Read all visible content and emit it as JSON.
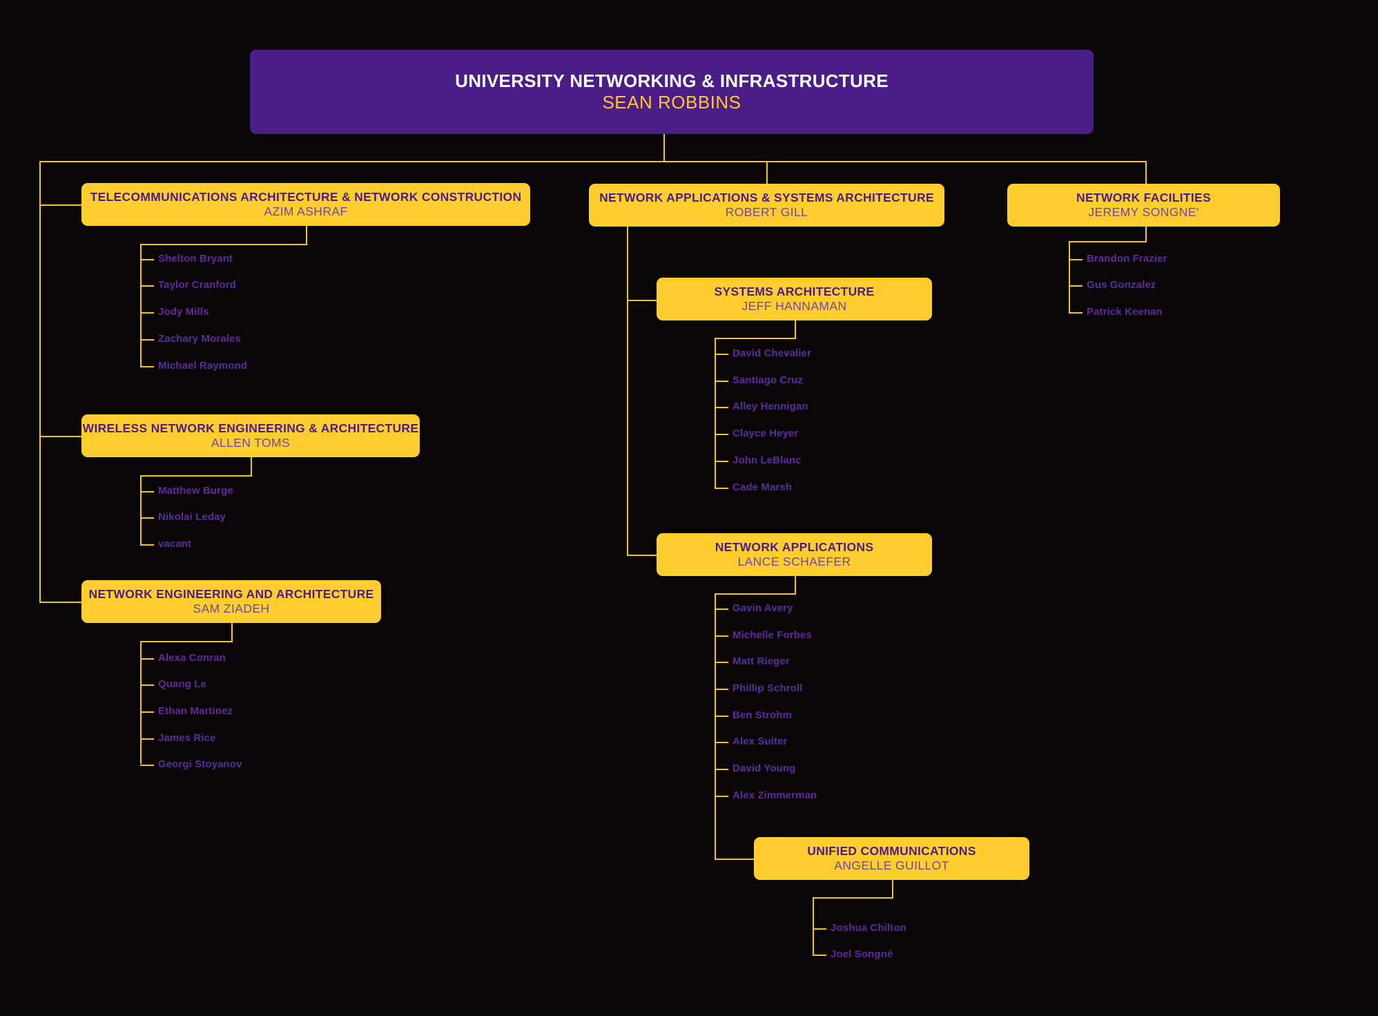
{
  "colors": {
    "background": "#0a0608",
    "root_box": "#4B1E87",
    "unit_box": "#FFCE2E",
    "connector": "#F5C518",
    "title_on_yellow": "#4B1E87",
    "name_on_yellow": "#6A48A8",
    "title_on_purple": "#FFFFFF",
    "name_on_purple": "#FFC828",
    "staff_text": "#5B2D9B"
  },
  "root": {
    "title": "UNIVERSITY NETWORKING & INFRASTRUCTURE",
    "manager": "SEAN ROBBINS"
  },
  "units": {
    "telecom": {
      "title": "TELECOMMUNICATIONS ARCHITECTURE & NETWORK CONSTRUCTION",
      "manager": "AZIM ASHRAF",
      "staff": [
        "Shelton Bryant",
        "Taylor Cranford",
        "Jody Mills",
        "Zachary Morales",
        "Michael Raymond"
      ]
    },
    "wireless": {
      "title": "WIRELESS NETWORK ENGINEERING & ARCHITECTURE",
      "manager": "ALLEN TOMS",
      "staff": [
        "Matthew Burge",
        "Nikolai Leday",
        "vacant"
      ]
    },
    "netengarch": {
      "title": "NETWORK ENGINEERING AND ARCHITECTURE",
      "manager": "SAM ZIADEH",
      "staff": [
        "Alexa Conran",
        "Quang Le",
        "Ethan Martinez",
        "James Rice",
        "Georgi Stoyanov"
      ]
    },
    "netappsys": {
      "title": "NETWORK APPLICATIONS & SYSTEMS ARCHITECTURE",
      "manager": "ROBERT GILL",
      "staff": []
    },
    "sysarch": {
      "title": "SYSTEMS ARCHITECTURE",
      "manager": "JEFF HANNAMAN",
      "staff": [
        "David Chevalier",
        "Santiago Cruz",
        "Alley Hennigan",
        "Clayce Heyer",
        "John LeBlanc",
        "Cade Marsh"
      ]
    },
    "netapps": {
      "title": "NETWORK APPLICATIONS",
      "manager": "LANCE SCHAEFER",
      "staff": [
        "Gavin Avery",
        "Michelle Forbes",
        "Matt Rieger",
        "Phillip Schroll",
        "Ben Strohm",
        "Alex Suiter",
        "David Young",
        "Alex Zimmerman"
      ]
    },
    "unified": {
      "title": "UNIFIED COMMUNICATIONS",
      "manager": "ANGELLE GUILLOT",
      "staff": [
        "Joshua Chilton",
        "Joel Songné"
      ]
    },
    "facilities": {
      "title": "NETWORK FACILITIES",
      "manager": "JEREMY SONGNE'",
      "staff": [
        "Brandon Frazier",
        "Gus Gonzalez",
        "Patrick Keenan"
      ]
    }
  }
}
